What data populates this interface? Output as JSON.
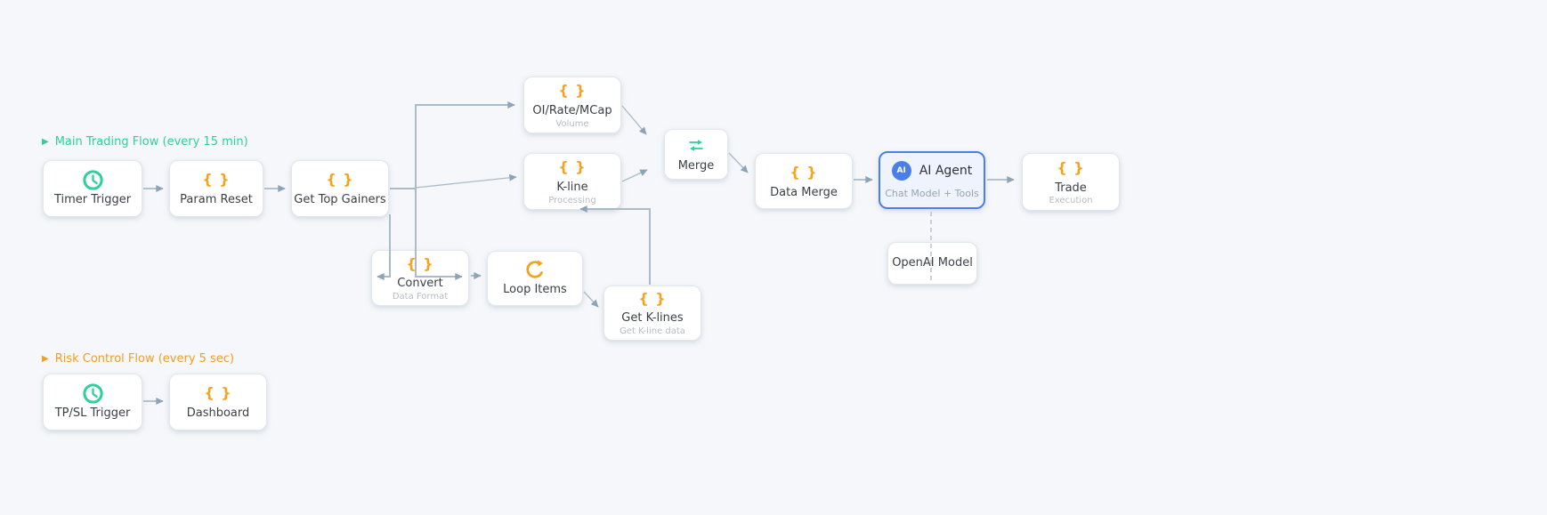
{
  "palette": {
    "background": "#f5f7fa",
    "teal_accent": "#2fd09c",
    "orange_accent": "#f5a31f",
    "risk_label_orange": "#f59d1e",
    "agent_border_blue": "#4a80e8",
    "agent_bg_blue": "#eef3fd",
    "connector_gray": "#a9bac8",
    "node_title": "#3a4047",
    "node_subtitle": "#b5bcc4"
  },
  "sections": {
    "main": {
      "marker": "▶",
      "label": "Main Trading Flow (every 15 min)"
    },
    "risk": {
      "marker": "▶",
      "label": "Risk Control Flow (every 5 sec)"
    }
  },
  "icons": {
    "braces": "{ }"
  },
  "nodes": {
    "timer_trigger": {
      "title": "Timer Trigger"
    },
    "param_reset": {
      "title": "Param Reset"
    },
    "get_top_gainers": {
      "title": "Get Top Gainers"
    },
    "oi_rate_mcap": {
      "title": "OI/Rate/MCap",
      "subtitle": "Volume"
    },
    "k_line": {
      "title": "K-line",
      "subtitle": "Processing"
    },
    "merge": {
      "title": "Merge"
    },
    "data_merge": {
      "title": "Data Merge"
    },
    "ai_agent": {
      "title": "AI Agent",
      "subtitle": "Chat Model + Tools",
      "badge": "AI"
    },
    "trade": {
      "title": "Trade",
      "subtitle": "Execution"
    },
    "openai_model": {
      "title": "OpenAI Model"
    },
    "convert": {
      "title": "Convert",
      "subtitle": "Data Format"
    },
    "loop_items": {
      "title": "Loop Items"
    },
    "get_k_lines": {
      "title": "Get K-lines",
      "subtitle": "Get K-line data"
    },
    "tpsl_trigger": {
      "title": "TP/SL Trigger"
    },
    "dashboard": {
      "title": "Dashboard"
    }
  }
}
